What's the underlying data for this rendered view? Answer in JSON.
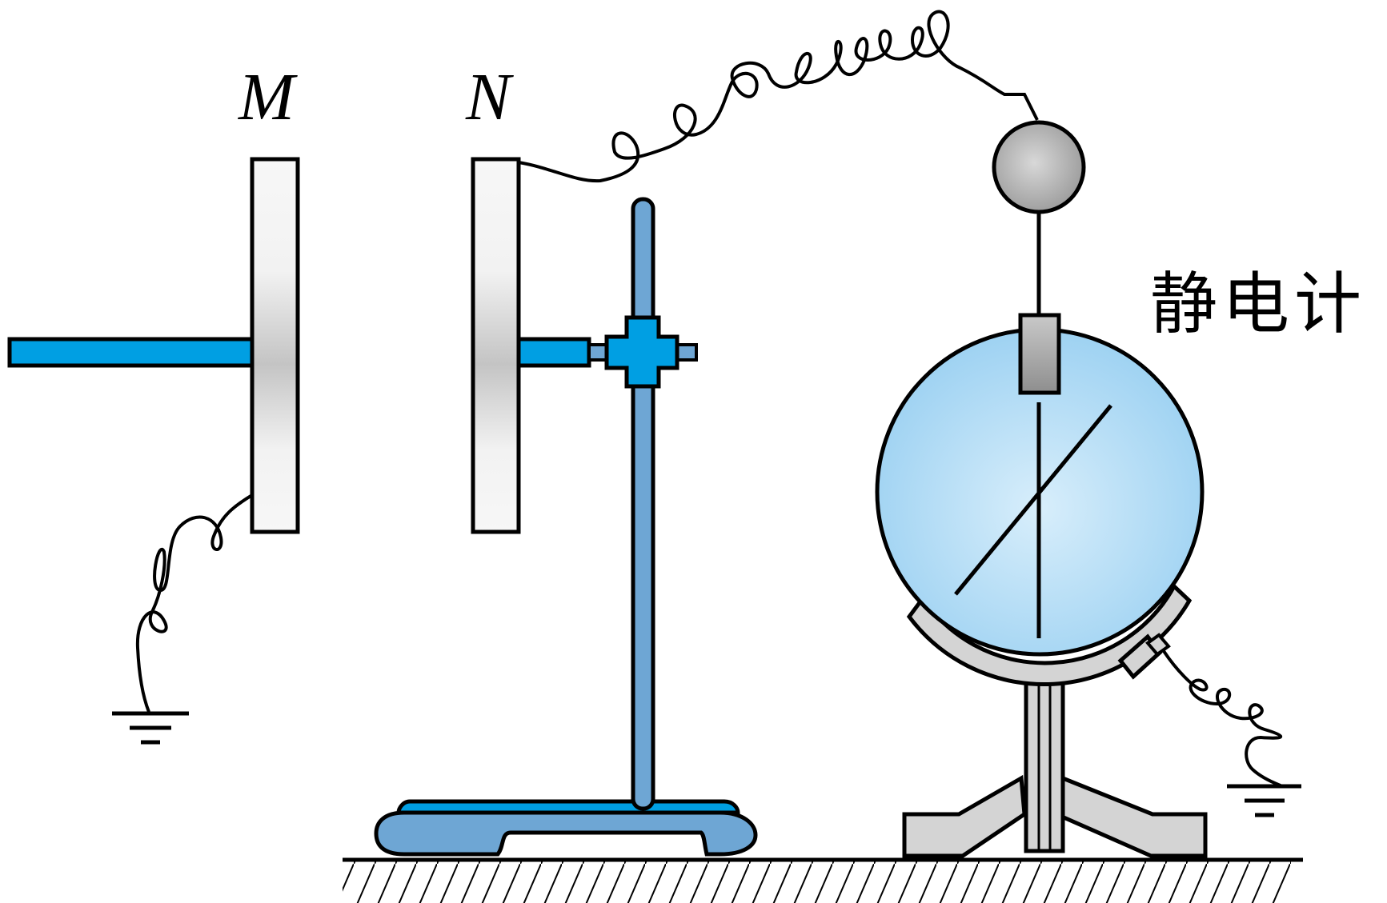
{
  "labels": {
    "plate_m": "M",
    "plate_n": "N",
    "electrometer": "静电计"
  },
  "colors": {
    "rod_blue": "#009fe3",
    "stand_blue": "#6ea6d4",
    "globe_light": "#cfe9fa",
    "globe_dark": "#9fd3f3",
    "metal_gray": "#d4d4d4",
    "plate_white": "#f5f5f5",
    "outline": "#000000"
  },
  "icons": {
    "ground": "ground-icon",
    "electrometer": "electrometer-icon",
    "retort_stand": "retort-stand-icon"
  }
}
